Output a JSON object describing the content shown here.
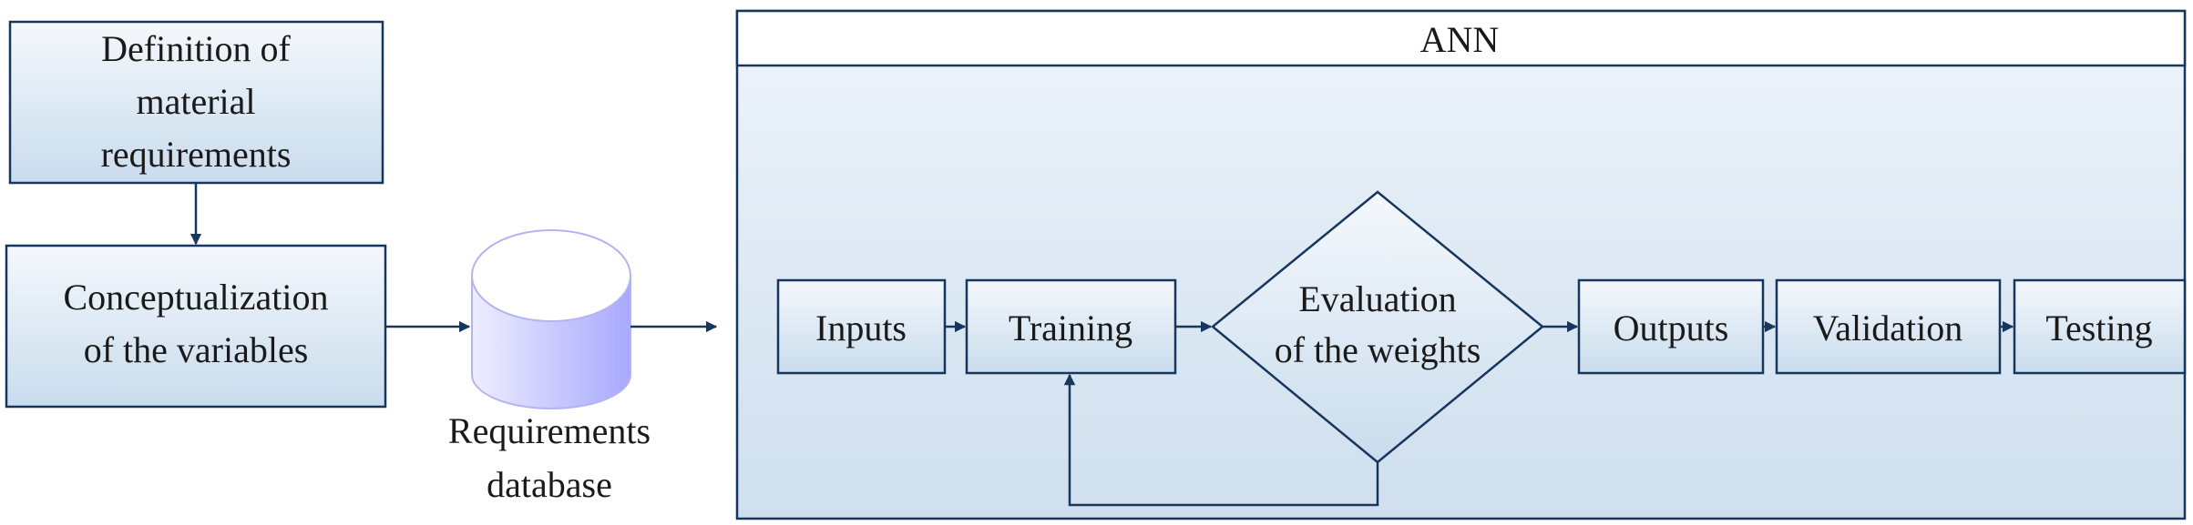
{
  "diagram": {
    "colors": {
      "stroke": "#17365d",
      "box_fill_top": "#f4f8fc",
      "box_fill_bottom": "#c9dced",
      "panel_fill_top": "#eef4fa",
      "panel_fill_bottom": "#cfdfee",
      "cylinder_light": "#eeeeff",
      "cylinder_dark": "#a8a8ff",
      "cylinder_stroke": "#b4b4f0"
    },
    "definition_box": {
      "lines": [
        "Definition of",
        "material",
        "requirements"
      ]
    },
    "conceptualization_box": {
      "lines": [
        "Conceptualization",
        "of the variables"
      ]
    },
    "database": {
      "lines": [
        "Requirements",
        "database"
      ],
      "icon": "database-cylinder-icon"
    },
    "ann_panel": {
      "title": "ANN"
    },
    "inputs_box": {
      "label": "Inputs"
    },
    "training_box": {
      "label": "Training"
    },
    "evaluation_diamond": {
      "lines": [
        "Evaluation",
        "of the weights"
      ]
    },
    "outputs_box": {
      "label": "Outputs"
    },
    "validation_box": {
      "label": "Validation"
    },
    "testing_box": {
      "label": "Testing"
    }
  }
}
